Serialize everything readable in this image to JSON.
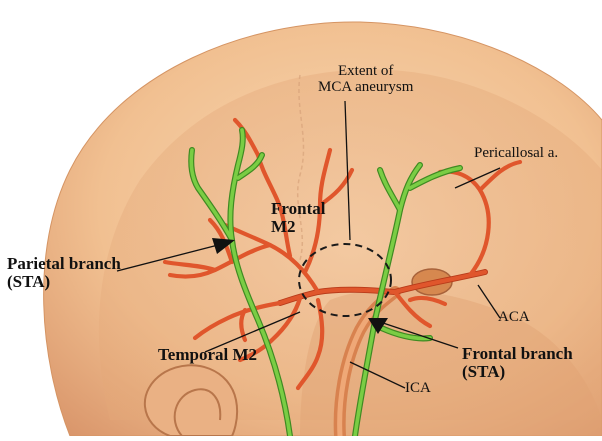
{
  "labels": {
    "extent_line1": "Extent of",
    "extent_line2": "MCA aneurysm",
    "pericallosal": "Pericallosal a.",
    "frontal_m2_line1": "Frontal",
    "frontal_m2_line2": "M2",
    "parietal_line1": "Parietal branch",
    "parietal_line2": "(STA)",
    "aca": "ACA",
    "temporal_m2": "Temporal M2",
    "frontal_branch_line1": "Frontal branch",
    "frontal_branch_line2": "(STA)",
    "ica": "ICA"
  },
  "colors": {
    "skin_light": "#f6cfa6",
    "skin_mid": "#e9ad7d",
    "skin_dark": "#c98558",
    "artery": "#e0562c",
    "artery_dark": "#b83b1a",
    "sta_green": "#6cbf3a",
    "sta_green_dark": "#3f8a22"
  }
}
